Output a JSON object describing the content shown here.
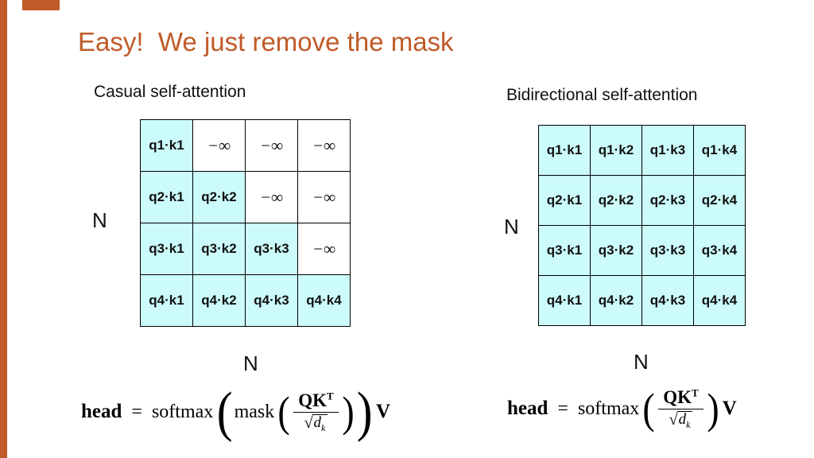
{
  "accent_color": "#C05A28",
  "cell_fill": "#CCFBFB",
  "title": "Easy!  We just remove the mask",
  "left": {
    "heading": "Casual self-attention",
    "n_side": "N",
    "n_bottom": "N",
    "matrix": {
      "cells": [
        {
          "t": "q1·k1",
          "f": 1
        },
        {
          "t": "−∞",
          "f": 0
        },
        {
          "t": "−∞",
          "f": 0
        },
        {
          "t": "−∞",
          "f": 0
        },
        {
          "t": "q2·k1",
          "f": 1
        },
        {
          "t": "q2·k2",
          "f": 1
        },
        {
          "t": "−∞",
          "f": 0
        },
        {
          "t": "−∞",
          "f": 0
        },
        {
          "t": "q3·k1",
          "f": 1
        },
        {
          "t": "q3·k2",
          "f": 1
        },
        {
          "t": "q3·k3",
          "f": 1
        },
        {
          "t": "−∞",
          "f": 0
        },
        {
          "t": "q4·k1",
          "f": 1
        },
        {
          "t": "q4·k2",
          "f": 1
        },
        {
          "t": "q4·k3",
          "f": 1
        },
        {
          "t": "q4·k4",
          "f": 1
        }
      ]
    },
    "formula": {
      "head": "head",
      "eq": "=",
      "fn": "softmax",
      "mask": "mask",
      "qk": "QK",
      "t": "T",
      "sqrt": "√",
      "d": "d",
      "k": "k",
      "v": "V",
      "lp": "(",
      "rp": ")"
    }
  },
  "right": {
    "heading": "Bidirectional self-attention",
    "n_side": "N",
    "n_bottom": "N",
    "matrix": {
      "cells": [
        {
          "t": "q1·k1",
          "f": 1
        },
        {
          "t": "q1·k2",
          "f": 1
        },
        {
          "t": "q1·k3",
          "f": 1
        },
        {
          "t": "q1·k4",
          "f": 1
        },
        {
          "t": "q2·k1",
          "f": 1
        },
        {
          "t": "q2·k2",
          "f": 1
        },
        {
          "t": "q2·k3",
          "f": 1
        },
        {
          "t": "q2·k4",
          "f": 1
        },
        {
          "t": "q3·k1",
          "f": 1
        },
        {
          "t": "q3·k2",
          "f": 1
        },
        {
          "t": "q3·k3",
          "f": 1
        },
        {
          "t": "q3·k4",
          "f": 1
        },
        {
          "t": "q4·k1",
          "f": 1
        },
        {
          "t": "q4·k2",
          "f": 1
        },
        {
          "t": "q4·k3",
          "f": 1
        },
        {
          "t": "q4·k4",
          "f": 1
        }
      ]
    },
    "formula": {
      "head": "head",
      "eq": "=",
      "fn": "softmax",
      "qk": "QK",
      "t": "T",
      "sqrt": "√",
      "d": "d",
      "k": "k",
      "v": "V",
      "lp": "(",
      "rp": ")"
    }
  }
}
